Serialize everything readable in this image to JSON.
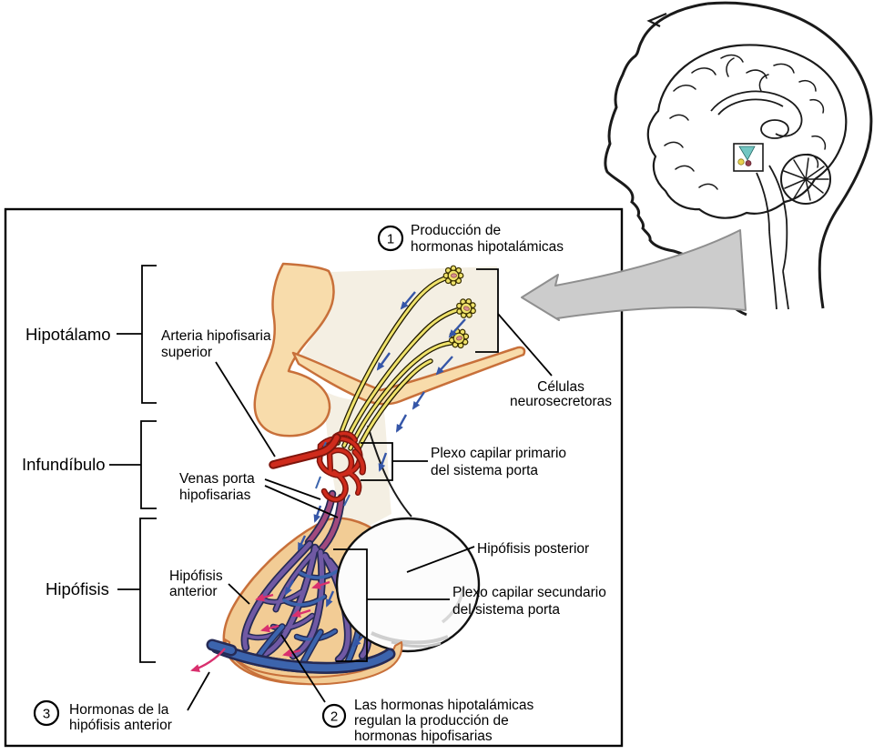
{
  "figure": {
    "steps": {
      "step1": {
        "n": "1",
        "l1": "Producción de",
        "l2": "hormonas hipotalámicas"
      },
      "step2": {
        "n": "2",
        "l1": "Las hormonas hipotalámicas",
        "l2": "regulan la producción de",
        "l3": "hormonas hipofisarias"
      },
      "step3": {
        "n": "3",
        "l1": "Hormonas de la",
        "l2": "hipófisis anterior"
      }
    },
    "labels": {
      "hipotalamo": "Hipotálamo",
      "infundibulo": "Infundíbulo",
      "hipofisis": "Hipófisis",
      "arteria_l1": "Arteria hipofisaria",
      "arteria_l2": "superior",
      "celulas_l1": "Células",
      "celulas_l2": "neurosecretoras",
      "plexo1_l1": "Plexo capilar primario",
      "plexo1_l2": "del sistema porta",
      "venas_l1": "Venas porta",
      "venas_l2": "hipofisarias",
      "hipofisis_posterior": "Hipófisis posterior",
      "hipofisis_anterior_l1": "Hipófisis",
      "hipofisis_anterior_l2": "anterior",
      "plexo2_l1": "Plexo capilar secundario",
      "plexo2_l2": "del sistema porta"
    },
    "colors": {
      "tissue": "#f8dcab",
      "tissue_outline": "#c8703a",
      "tissue_inner": "#f4efe3",
      "anterior_lobe": "#f2cc95",
      "axon": "#efe26a",
      "artery": "#cf2b1c",
      "artery_dark": "#7e150c",
      "portal_vein": "#a14a7e",
      "vein_blue": "#3c64ad",
      "vein_purple": "#7059a4",
      "vein_outline": "#252a55",
      "arrow_blue": "#3556a8",
      "arrow_pink": "#d9306e",
      "gray_arrow": "#cccccc",
      "gray_arrow_outline": "#8f8f8f",
      "posterior_fill": "#fcfcfc",
      "inset_teal": "#73c7c3",
      "inset_yellow": "#e9d44f",
      "inset_maroon": "#96404e"
    }
  }
}
